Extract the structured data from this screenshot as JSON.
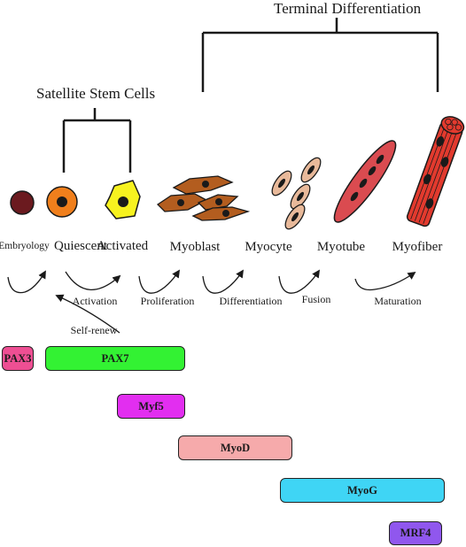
{
  "brackets": {
    "terminal_label": "Terminal Differentiation",
    "satellite_label": "Satellite Stem Cells"
  },
  "stages": [
    {
      "name": "Embryology"
    },
    {
      "name": "Quiescent"
    },
    {
      "name": "Activated"
    },
    {
      "name": "Myoblast"
    },
    {
      "name": "Myocyte"
    },
    {
      "name": "Myotube"
    },
    {
      "name": "Myofiber"
    }
  ],
  "transitions": {
    "activation": "Activation",
    "self_renew": "Self-renew",
    "proliferation": "Proliferation",
    "differentiation": "Differentiation",
    "fusion": "Fusion",
    "maturation": "Maturation"
  },
  "markers": [
    {
      "name": "PAX3",
      "color": "#ee4f93"
    },
    {
      "name": "PAX7",
      "color": "#33f233"
    },
    {
      "name": "Myf5",
      "color": "#e22ef0"
    },
    {
      "name": "MyoD",
      "color": "#f6aaab"
    },
    {
      "name": "MyoG",
      "color": "#3fd5f5"
    },
    {
      "name": "MRF4",
      "color": "#9057ee"
    }
  ],
  "colors": {
    "embryonic_cell": "#6b1a1f",
    "quiescent_cell": "#f07f1c",
    "activated_cell": "#f7f21f",
    "myoblast": "#b35d1f",
    "myocyte": "#e8b99a",
    "myotube": "#da4b50",
    "myofiber": "#e23a2e",
    "nucleus": "#1a1a1a"
  }
}
